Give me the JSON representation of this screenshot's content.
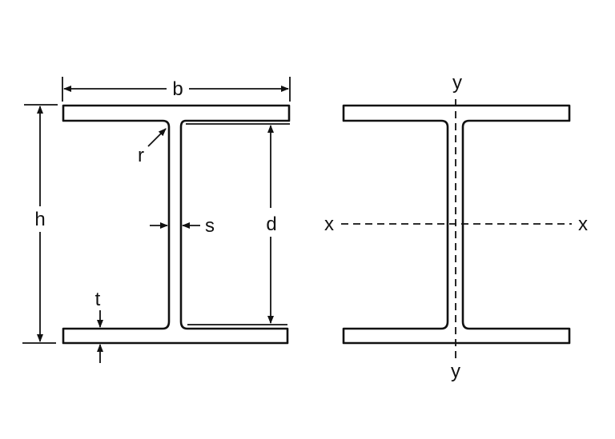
{
  "diagram": {
    "type": "I-beam cross-section dimensions and axes",
    "colors": {
      "stroke": "#111111",
      "background": "#ffffff"
    },
    "left_section": {
      "labels": {
        "width": "b",
        "height": "h",
        "radius": "r",
        "web_thickness": "s",
        "web_depth": "d",
        "flange_thickness": "t"
      }
    },
    "right_section": {
      "labels": {
        "y_axis_top": "y",
        "y_axis_bottom": "y",
        "x_axis_left": "x",
        "x_axis_right": "x"
      }
    }
  }
}
